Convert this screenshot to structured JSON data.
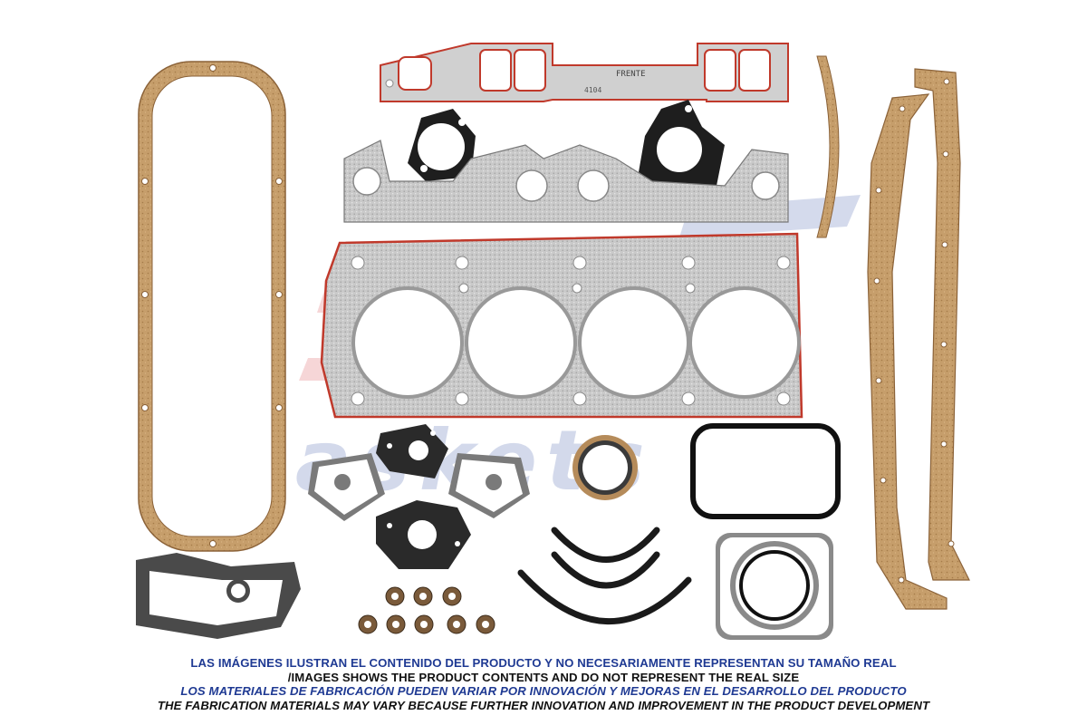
{
  "product_photo": {
    "manifold_stamp": "FRENTE",
    "manifold_part_number": "4104",
    "watermark_brand": "gaskets",
    "colors": {
      "cork": "#c69e6b",
      "cork_dark": "#8b6238",
      "composite": "#c5c5c5",
      "rubber": "#1a1a1a",
      "sealant_red": "#c0392b",
      "watermark_red": "#d9484e",
      "watermark_blue": "#3a57a8"
    }
  },
  "disclaimer": {
    "line1": "LAS IMÁGENES ILUSTRAN EL CONTENIDO DEL PRODUCTO Y NO NECESARIAMENTE REPRESENTAN SU TAMAÑO REAL",
    "line2": "/IMAGES SHOWS THE PRODUCT CONTENTS AND DO NOT REPRESENT THE REAL SIZE",
    "line3": "LOS MATERIALES DE FABRICACIÓN PUEDEN VARIAR POR INNOVACIÓN Y MEJORAS EN EL DESARROLLO DEL PRODUCTO",
    "line4": "THE FABRICATION MATERIALS MAY VARY BECAUSE FURTHER INNOVATION AND IMPROVEMENT IN THE PRODUCT DEVELOPMENT",
    "line1_color": "#1f3a93",
    "line2_color": "#111111",
    "line3_color": "#1f3a93",
    "line4_color": "#111111"
  }
}
